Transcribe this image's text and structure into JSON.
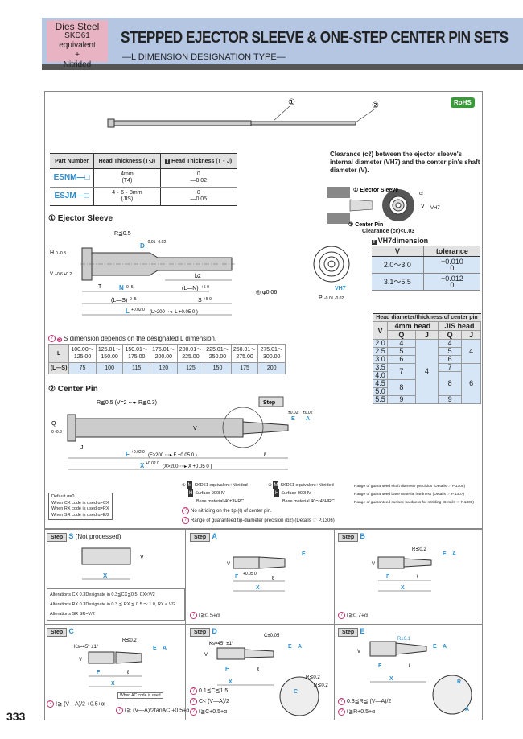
{
  "header": {
    "material_line1": "Dies Steel",
    "material_line2": "SKD61 equivalent",
    "material_plus": "+",
    "material_line3": "Nitrided",
    "title": "STEPPED EJECTOR SLEEVE & ONE-STEP CENTER PIN SETS",
    "subtitle": "—L DIMENSION DESIGNATION TYPE—"
  },
  "badge": "RoHS",
  "overview": {
    "callout1": "①",
    "callout2": "②"
  },
  "part_table": {
    "headers": [
      "Part Number",
      "Head Thickness (T·J)",
      "Head Thickness (T・J)"
    ],
    "header_mark": "T",
    "rows": [
      {
        "part": "ESNM—□",
        "thickness": "4mm",
        "thickness_note": "(T4)",
        "tol_upper": "0",
        "tol_lower": "—0.02"
      },
      {
        "part": "ESJM—□",
        "thickness": "4・6・8mm",
        "thickness_note": "(JIS)",
        "tol_upper": "0",
        "tol_lower": "—0.05"
      }
    ]
  },
  "clearance": {
    "text": "Clearance (cℓ) between the ejector sleeve's internal diameter (VH7) and the center pin's shaft diameter (V).",
    "label_sleeve": "① Ejector Sleeve",
    "label_pin": "② Center Pin",
    "rule": "Clearance (cℓ)<0.03",
    "dim_cl": "cℓ",
    "dim_v": "V",
    "dim_vh7": "VH7"
  },
  "vh7_table": {
    "title": "VH7dimension",
    "mark": "T",
    "headers": [
      "V",
      "tolerance"
    ],
    "rows": [
      {
        "v": "2.0～3.0",
        "upper": "+0.010",
        "lower": "0"
      },
      {
        "v": "3.1～5.5",
        "upper": "+0.012",
        "lower": "0"
      }
    ]
  },
  "ejector_sleeve": {
    "heading": "① Ejector Sleeve",
    "labels": {
      "r": "R≦0.5",
      "d": "D",
      "d_tol": "-0.01 -0.02",
      "h": "H",
      "h_tol": "0 -0.3",
      "v": "V",
      "v_tol": "+0.6 +0.2",
      "t": "T",
      "b2": "b2",
      "n": "N",
      "n_tol": "0 -5",
      "ln": "(L—N)",
      "ln_tol": "+5 0",
      "ls": "(L—S)",
      "ls_tol": "0 -5",
      "s": "S",
      "s_tol": "+5 0",
      "l": "L",
      "l_tol": "+0.02 0",
      "l_note": "(L>200 ⋯▸ L +0.05 0 )",
      "runout": "◎ φ0.06",
      "vh7": "VH7",
      "p": "P",
      "p_tol": "-0.01 -0.02"
    }
  },
  "s_table": {
    "note": "S dimension depends on the designated L dimension.",
    "row_l_label": "L",
    "row_ls_label": "(L—S)",
    "l_ranges": [
      [
        "100.00～",
        "125.00"
      ],
      [
        "125.01～",
        "150.00"
      ],
      [
        "150.01～",
        "175.00"
      ],
      [
        "175.01～",
        "200.00"
      ],
      [
        "200.01～",
        "225.00"
      ],
      [
        "225.01～",
        "250.00"
      ],
      [
        "250.01～",
        "275.00"
      ],
      [
        "275.01～",
        "300.00"
      ]
    ],
    "ls_values": [
      "75",
      "100",
      "115",
      "120",
      "125",
      "150",
      "175",
      "200"
    ]
  },
  "head_table": {
    "title": "Head diameter/thickness of center pin",
    "headers": {
      "v": "V",
      "g4": "4mm head",
      "gjis": "JIS head",
      "q": "Q",
      "j": "J"
    },
    "v": [
      "2.0",
      "2.5",
      "3.0",
      "3.5",
      "4.0",
      "4.5",
      "5.0",
      "5.5"
    ],
    "q4": [
      "4",
      "5",
      "6",
      "7",
      "8",
      "9"
    ],
    "j4": "4",
    "qjis": [
      "4",
      "5",
      "6",
      "7",
      "8",
      "9"
    ],
    "jjis": [
      "4",
      "6"
    ]
  },
  "center_pin": {
    "heading": "② Center Pin",
    "labels": {
      "r": "R≦0.5 (V=2 ⋯▸ R≦0.3)",
      "step": "Step",
      "q": "Q",
      "q_tol": "0 -0.3",
      "v": "V",
      "j": "J",
      "e": "E",
      "e_tol": "±0.02",
      "a": "A",
      "a_tol": "±0.02",
      "f": "F",
      "f_tol": "+0.02 0",
      "f_note": "(F>200 ⋯▸ F +0.05 0 )",
      "x": "X",
      "x_tol": "+0.02 0",
      "x_note": "(X>200 ⋯▸ X +0.05 0 )",
      "ell": "ℓ"
    }
  },
  "default_box": [
    "Default   α=0",
    "When CX code is used   α=CX",
    "When RX code is used   α=RX",
    "When SR code is used   α=E/2"
  ],
  "materials": {
    "m1_num": "①",
    "m1": "SKD61 equivalent+Nitrided",
    "m1_h": "Surface 900HV",
    "m1_base": "Base material 40±3HRC",
    "m2_num": "②",
    "m2": "SKD61 equivalent+Nitrided",
    "m2_h": "Surface 900HV",
    "m2_base": "Base material 40～45HRC",
    "mark_m": "M",
    "mark_h": "H",
    "note1": "No nitriding on the tip (ℓ) of center pin.",
    "note2": "Range of guaranteed tip-diameter precision (b2) (Details ☞ P.1306)",
    "ref1": "Range of guaranteed shaft diameter precision (Details ☞ P.1305)",
    "ref2": "Range of guaranteed base material hardness (Details ☞ P.1307)",
    "ref3": "Range of guaranteed surface hardness for nitriding (Details ☞ P.1308)"
  },
  "steps": {
    "button": "Step",
    "s": {
      "code": "S",
      "desc": "(Not processed)",
      "v": "V",
      "x": "X"
    },
    "alterations": [
      "Alterations CX   0.3Designate in 0.3≦CX≦0.5, CX<V/2",
      "Alterations RX   0.3Designate in 0.3 ≦ RX ≦ 0.5 ～ 1.0, RX < V/2",
      "Alterations SR   SR=V/2"
    ],
    "a": {
      "code": "A",
      "v": "V",
      "e": "E",
      "f": "F",
      "f_tol": "+0.05 0",
      "ell": "ℓ",
      "x": "X",
      "formula": "ℓ≧0.5+α"
    },
    "b": {
      "code": "B",
      "r": "R≦0.2",
      "v": "V",
      "e": "E",
      "a": "A",
      "f": "F",
      "ell": "ℓ",
      "x": "X",
      "formula": "ℓ≧0.7+α"
    },
    "c": {
      "code": "C",
      "ks": "Ks=45° ±1°",
      "r": "R≦0.2",
      "v": "V",
      "e": "E",
      "a": "A",
      "f": "F",
      "ell": "ℓ",
      "x": "X",
      "formula": "ℓ≧ (V—A)/2 +0.5+α",
      "ac_label": "When AC code is used",
      "ac_formula": "ℓ≧ (V—A)/2tanAC +0.5+α"
    },
    "d": {
      "code": "D",
      "c": "C±0.05",
      "ks": "Ks=45° ±1°",
      "v": "V",
      "e": "E",
      "a": "A",
      "f": "F",
      "ell": "ℓ",
      "x": "X",
      "r1": "R≦0.2",
      "r2": "R≦0.2",
      "cdet": "C",
      "f1": "0.1≦C≦1.5",
      "f2": "C< (V—A)/2",
      "f3": "ℓ≧C+0.5+α"
    },
    "e": {
      "code": "E",
      "r": "R±0.1",
      "v": "V",
      "e": "E",
      "a": "A",
      "f": "F",
      "ell": "ℓ",
      "x": "X",
      "rdet": "R",
      "adet": "A",
      "f1": "0.3≦R≦ (V—A)/2",
      "f2": "ℓ≧R+0.5+α"
    }
  },
  "page_number": "333",
  "colors": {
    "header_bg": "#b4c6e2",
    "material_box": "#e8b4c4",
    "accent_blue": "#2d8fd0",
    "table_row": "#d6e6f6",
    "rohs": "#3a9a3a"
  }
}
